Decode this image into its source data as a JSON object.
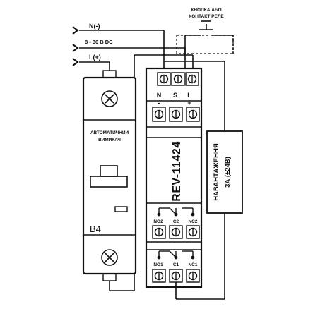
{
  "wires": {
    "n": "N(-)",
    "vdc": "8 - 30 B DC",
    "l": "L(+)"
  },
  "button": {
    "caption_line1": "КНОПКА АБО",
    "caption_line2": "КОНТАКТ РЕЛЕ"
  },
  "breaker": {
    "label_line1": "АВТОМАТИЧНИЙ",
    "label_line2": "ВИМИКАЧ",
    "rating": "B4"
  },
  "relay": {
    "model": "REV-11424",
    "terminals_top": [
      "N",
      "S",
      "L"
    ],
    "polarity": [
      "-",
      "+"
    ],
    "contacts_top": [
      "NO2",
      "C2",
      "NC2"
    ],
    "contacts_bottom": [
      "NO1",
      "C1",
      "NC1"
    ]
  },
  "load": {
    "label_line1": "НАВАНТАЖЕННЯ",
    "label_line2": "3А (±24В)"
  },
  "colors": {
    "line": "#111111",
    "background": "#ffffff"
  }
}
